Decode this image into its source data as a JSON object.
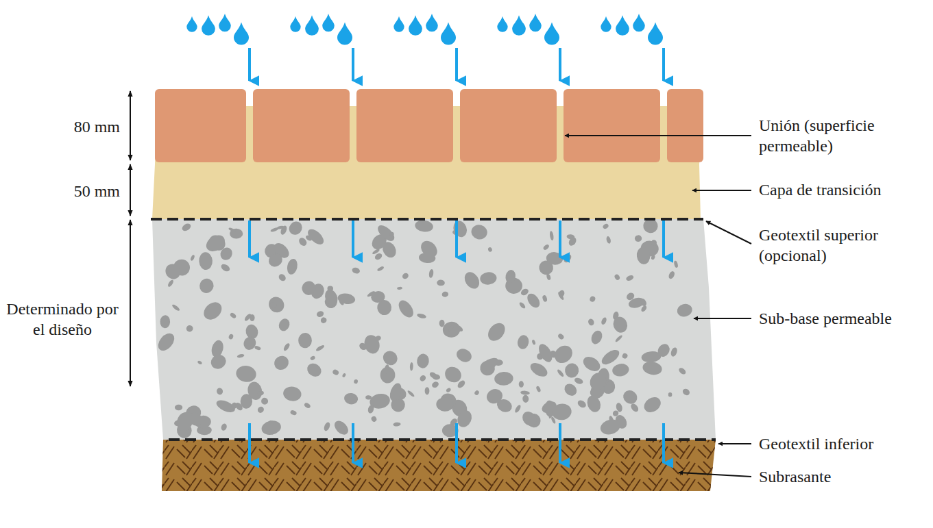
{
  "diagram": {
    "labels": [
      "80 mm",
      "50 mm",
      "Determinado por el diseño",
      "Unión (superficie permeable)",
      "Capa de transición",
      "Geotextil superior (opcional)",
      "Sub-base permeable",
      "Geotextil inferior",
      "Subrasante"
    ]
  }
}
